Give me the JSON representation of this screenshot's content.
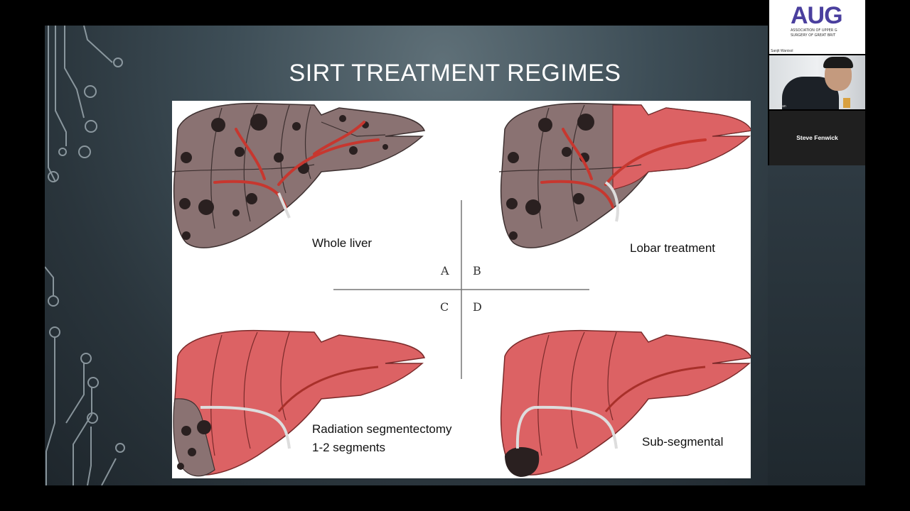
{
  "slide": {
    "title": "SIRT TREATMENT REGIMES",
    "figure": {
      "quadrants": [
        {
          "letter": "A",
          "caption_lines": [
            "Whole liver"
          ]
        },
        {
          "letter": "B",
          "caption_lines": [
            "Lobar treatment"
          ]
        },
        {
          "letter": "C",
          "caption_lines": [
            "Radiation segmentectomy",
            "1-2 segments"
          ]
        },
        {
          "letter": "D",
          "caption_lines": [
            "Sub-segmental"
          ]
        }
      ]
    }
  },
  "participants": [
    {
      "name": "Sanjit Wanisol",
      "tile": "logo",
      "logo_text": "AUG",
      "logo_subtext": [
        "ASSOCIATION OF UPPER G",
        "SURGERY OF GREAT BRIT"
      ]
    },
    {
      "name": "Tze Chan",
      "tile": "camera"
    },
    {
      "name": "Steve Fenwick",
      "tile": "name-only"
    }
  ],
  "colors": {
    "healthy_tissue": "#dc6264",
    "diseased_tissue": "#8a7272",
    "tumor": "#2a2020",
    "vessel": "#c7372f",
    "logo_accent": "#4a3f9e"
  },
  "icons": [
    "pointer-icon",
    "pen-icon",
    "highlighter-icon",
    "grid-icon",
    "zoom-icon",
    "more-icon"
  ]
}
